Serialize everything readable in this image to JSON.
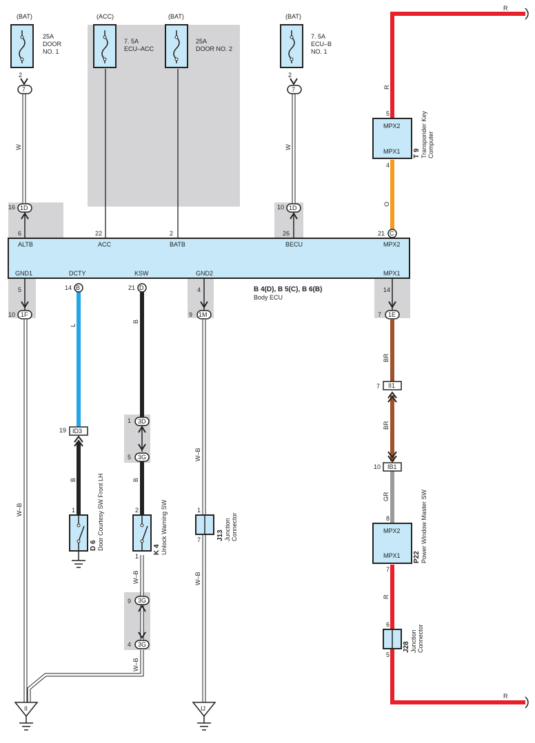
{
  "fuses": [
    {
      "source": "(BAT)",
      "name_line1": "25A",
      "name_line2": "DOOR",
      "name_line3": "NO. 1",
      "pin": "2",
      "connector": "7"
    },
    {
      "source": "(ACC)",
      "name_line1": "7. 5A",
      "name_line2": "ECU–ACC",
      "name_line3": ""
    },
    {
      "source": "(BAT)",
      "name_line1": "25A",
      "name_line2": "DOOR NO. 2",
      "name_line3": ""
    },
    {
      "source": "(BAT)",
      "name_line1": "7. 5A",
      "name_line2": "ECU–B",
      "name_line3": "NO. 1",
      "pin": "2",
      "connector": "7"
    }
  ],
  "wire_colors": {
    "w": "W",
    "l": "L",
    "b": "B",
    "wb": "W–B",
    "r": "R",
    "o": "O",
    "br": "BR",
    "gr": "GR"
  },
  "colors": {
    "red": "#e8202a",
    "orange": "#f59a23",
    "brown": "#a0522d",
    "blue": "#22a7e6",
    "black": "#222222",
    "gray": "#9a9a9a",
    "ecu_fill": "#c6e8f8",
    "shade": "#d4d4d6"
  },
  "ecu": {
    "title": "B 4(D), B 5(C), B 6(B)",
    "subtitle": "Body ECU",
    "top_terminals": [
      {
        "pin": "6",
        "name": "ALTB",
        "conn_pin": "16",
        "conn": "1D"
      },
      {
        "pin": "22",
        "name": "ACC"
      },
      {
        "pin": "2",
        "name": "BATB"
      },
      {
        "pin": "26",
        "name": "BECU",
        "conn_pin": "10",
        "conn": "1D"
      },
      {
        "pin": "21",
        "name": "MPX2",
        "conn": "C"
      }
    ],
    "bottom_terminals": [
      {
        "pin": "5",
        "name": "GND1",
        "conn_pin": "10",
        "conn": "1F"
      },
      {
        "pin": "14",
        "name": "DCTY",
        "conn": "B"
      },
      {
        "pin": "21",
        "name": "KSW",
        "conn": "D"
      },
      {
        "pin": "4",
        "name": "GND2",
        "conn_pin": "9",
        "conn": "1M"
      },
      {
        "pin": "14",
        "name": "MPX1",
        "conn_pin": "7",
        "conn": "1E"
      }
    ]
  },
  "transponder": {
    "code": "T 9",
    "line1": "Transponder Key",
    "line2": "Computer",
    "top": "MPX2",
    "bottom": "MPX1",
    "pin_top": "5",
    "pin_bottom": "4"
  },
  "door_courtesy": {
    "conn_pin": "19",
    "conn": "ID3",
    "pin": "1",
    "code": "D 6",
    "desc": "Door Courtesy SW Front LH"
  },
  "unlock_warning": {
    "code": "K 4",
    "desc": "Unlock Warning SW",
    "pin_top": "2",
    "pin_bottom": "1",
    "c1_pin": "1",
    "c1": "3D",
    "c2_pin": "5",
    "c2": "3G",
    "c3_pin": "9",
    "c3": "3G",
    "c4_pin": "4",
    "c4": "3G"
  },
  "j13": {
    "code": "J13",
    "line1": "Junction",
    "line2": "Connector",
    "pin_top": "1",
    "pin_bottom": "7"
  },
  "power_window": {
    "code": "P22",
    "desc": "Power Window Master SW",
    "top": "MPX2",
    "bottom": "MPX1",
    "pin_top": "8",
    "pin_bottom": "7"
  },
  "inline_connectors": [
    {
      "pin": "7",
      "name": "II1"
    },
    {
      "pin": "10",
      "name": "IB1"
    }
  ],
  "j28": {
    "code": "J28",
    "line1": "Junction",
    "line2": "Connector",
    "pin_top": "6",
    "pin_bottom": "5"
  },
  "grounds": [
    {
      "label": "II"
    },
    {
      "label": "IJ"
    }
  ]
}
